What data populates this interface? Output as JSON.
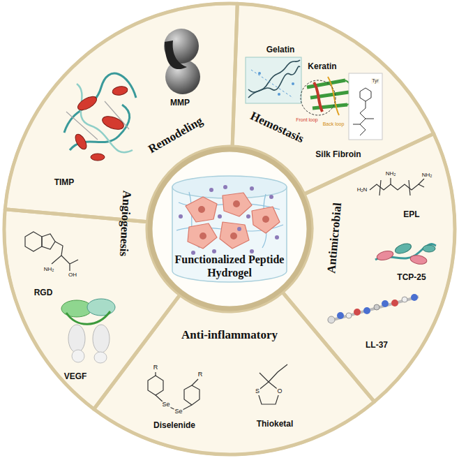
{
  "diagram": {
    "nodes": [
      {
        "text": [
          "Functionalized Peptide Hydrogel"
        ]
      },
      {
        "text": [
          "Remodeling"
        ]
      },
      {
        "text": [
          "Hemostasis"
        ]
      },
      {
        "text": [
          "Antimicrobial"
        ]
      },
      {
        "text": [
          "Anti-inflammatory"
        ]
      },
      {
        "text": [
          "Angiogenesis"
        ]
      }
    ],
    "labels": [
      "TIMP",
      "MMP",
      "Gelatin",
      "Keratin",
      "Front loop",
      "Back loop",
      "Silk Fibroin",
      "Tyr",
      "H₂N",
      "NH₂",
      "NH₂",
      "EPL",
      "TCP-25",
      "LL-37",
      "R",
      "R",
      "Se",
      "Se",
      "Diselenide",
      "S",
      "O",
      "Thioketal",
      "NH₂",
      "OH",
      "RGD",
      "VEGF"
    ]
  }
}
